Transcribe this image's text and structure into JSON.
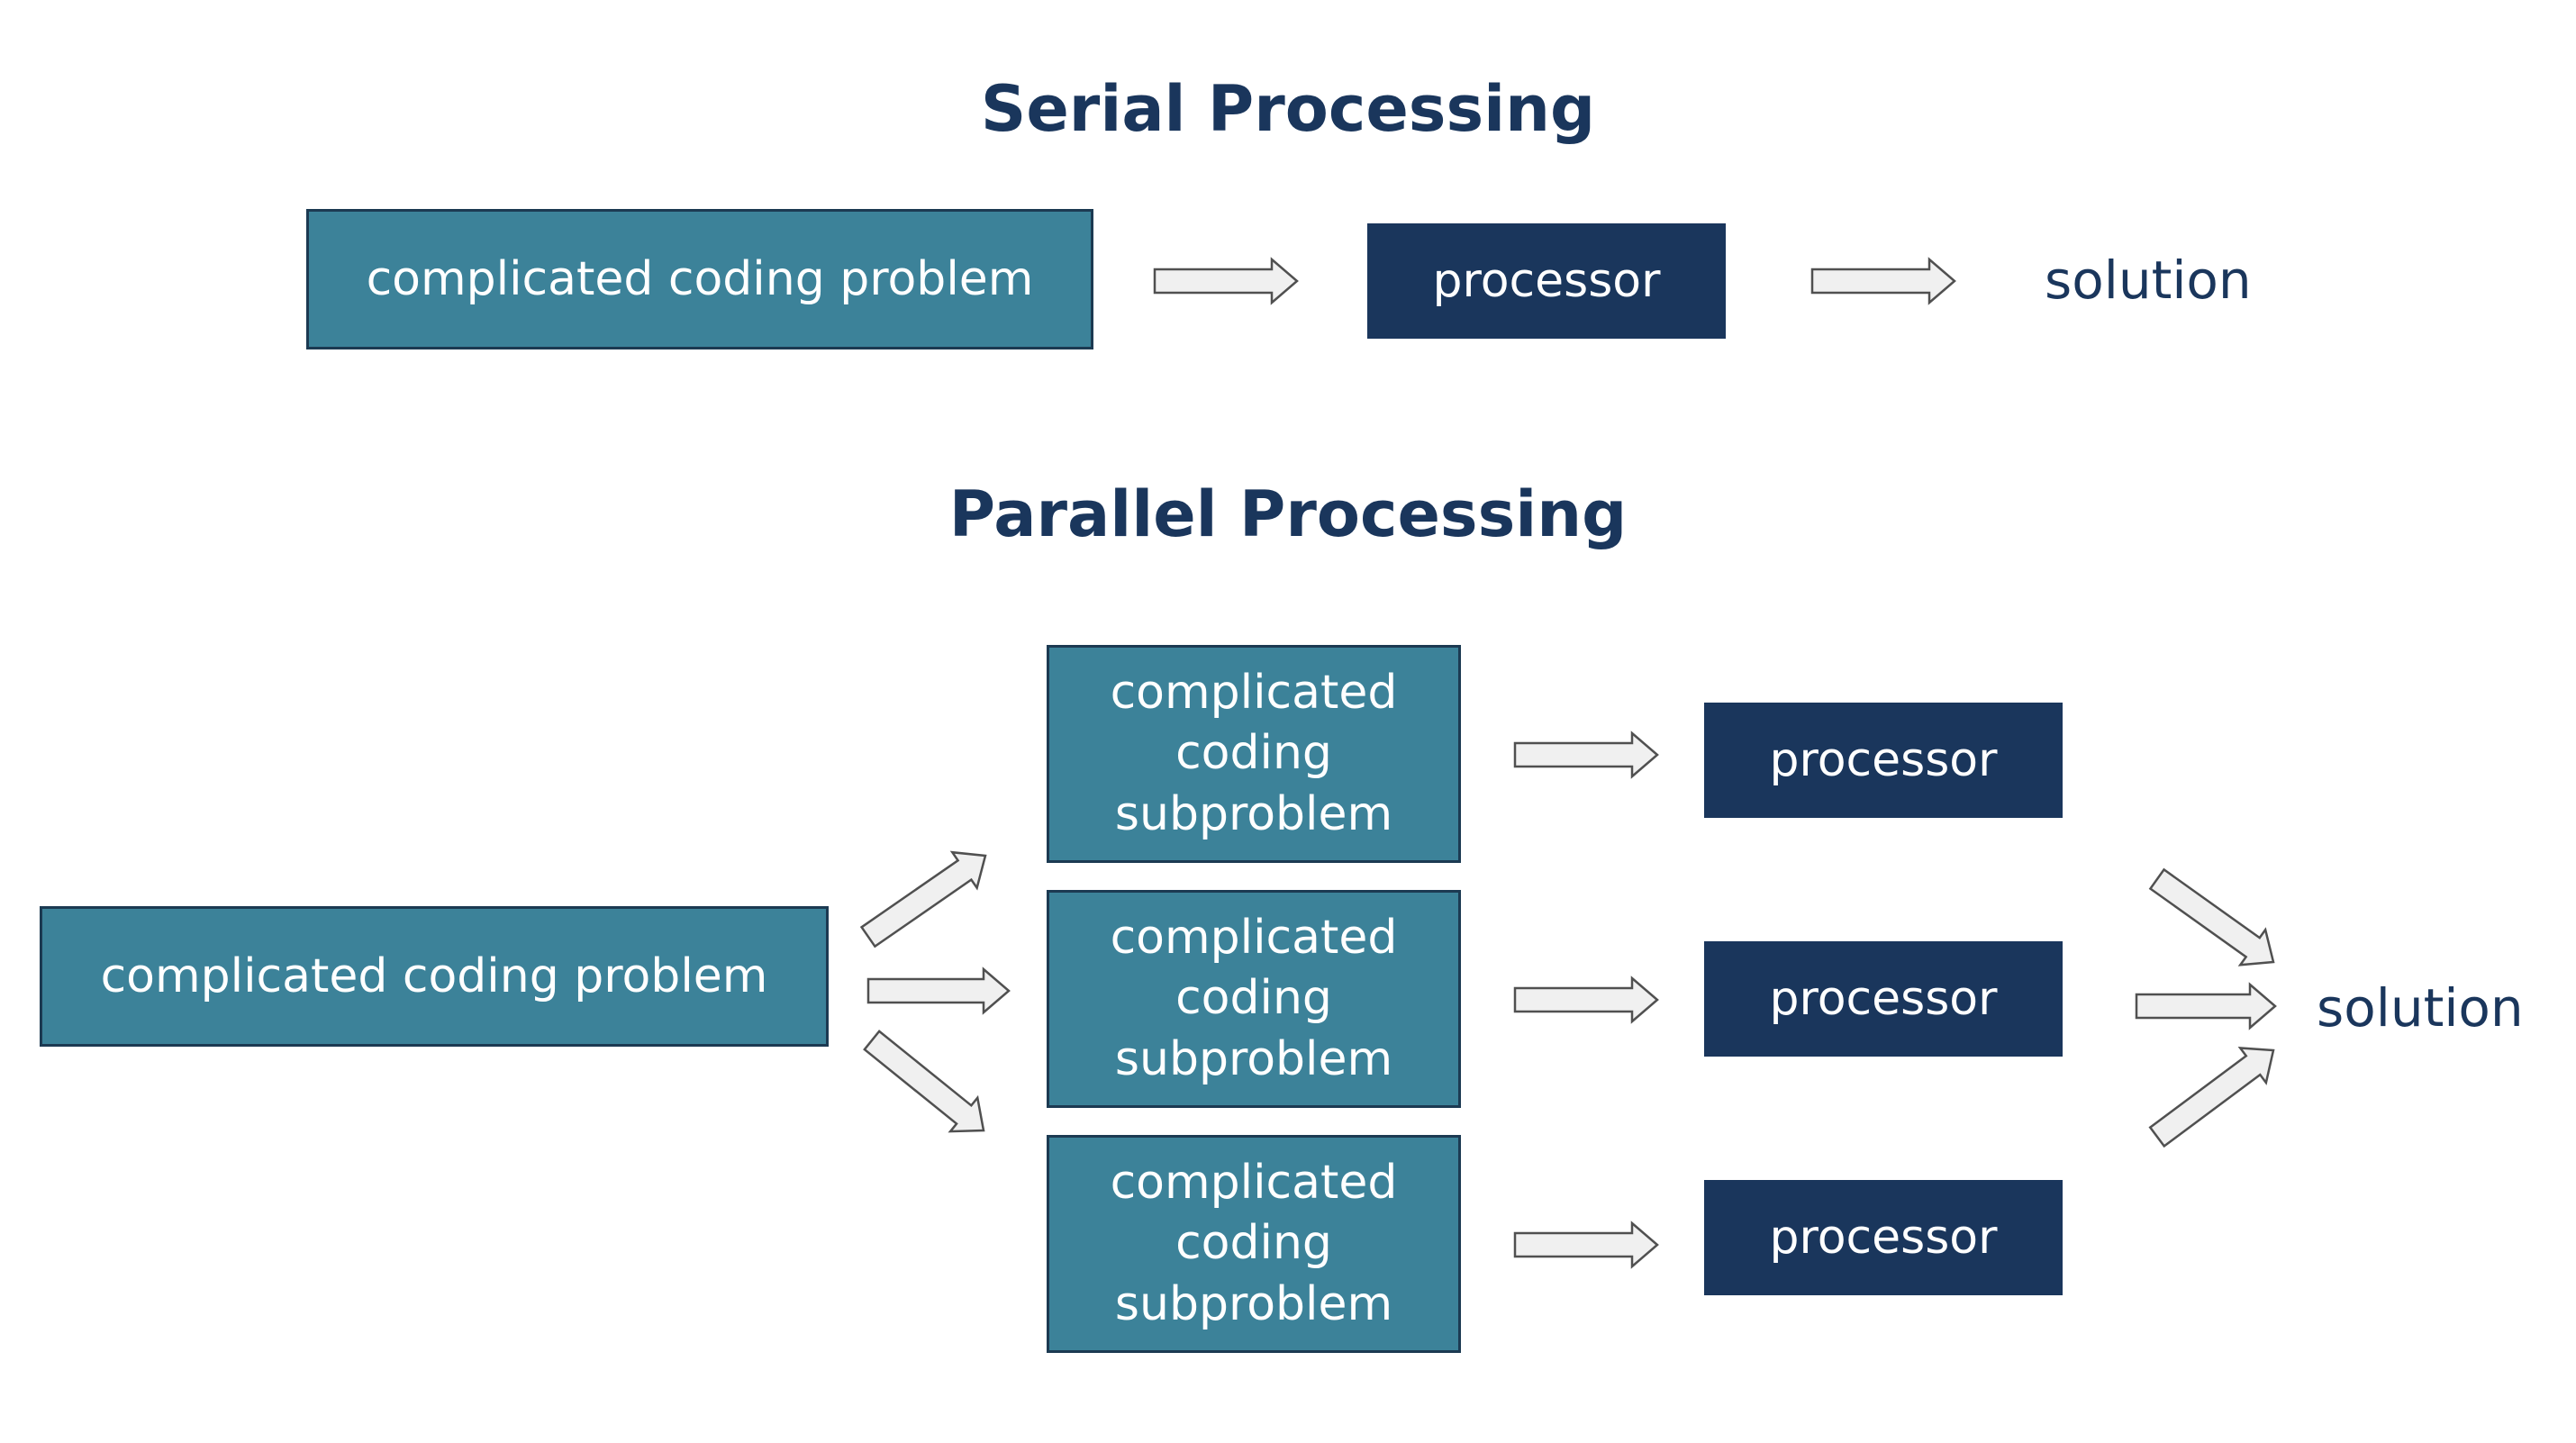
{
  "serial": {
    "title": "Serial Processing",
    "problem": "complicated coding problem",
    "processor": "processor",
    "solution": "solution"
  },
  "parallel": {
    "title": "Parallel Processing",
    "problem": "complicated coding problem",
    "subproblems": [
      "complicated coding subproblem",
      "complicated coding subproblem",
      "complicated coding subproblem"
    ],
    "processors": [
      "processor",
      "processor",
      "processor"
    ],
    "solution": "solution"
  },
  "colors": {
    "title_text": "#1a365c",
    "problem_fill": "#3c8299",
    "box_border": "#1c3a52",
    "processor_fill": "#1a365c",
    "arrow_fill": "#f0f0f0",
    "arrow_stroke": "#505050"
  }
}
